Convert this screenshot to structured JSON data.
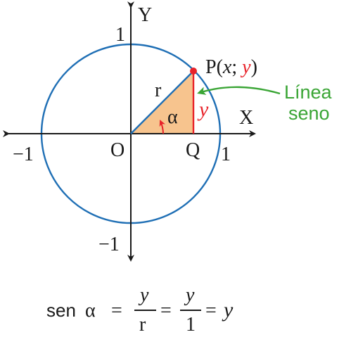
{
  "axes": {
    "x_label": "X",
    "y_label": "Y",
    "x_tick_pos": "1",
    "x_tick_neg": "−1",
    "y_tick_pos": "1",
    "y_tick_neg": "−1"
  },
  "points": {
    "origin": "O",
    "q": "Q",
    "p_prefix": "P(",
    "p_x": "x",
    "p_sep": "; ",
    "p_y": "y",
    "p_suffix": ")"
  },
  "labels": {
    "radius": "r",
    "angle": "α",
    "side_y": "y",
    "sine_line_1": "Línea",
    "sine_line_2": "seno"
  },
  "formula": {
    "sen": "sen",
    "alpha": "α",
    "eq1": "=",
    "num1": "y",
    "den1": "r",
    "eq2": "=",
    "num2": "y",
    "den2": "1",
    "eq3": "=",
    "result": "y"
  },
  "colors": {
    "circle": "#1f6fb5",
    "sine_line": "#e8232a",
    "triangle_fill": "#f7c48e",
    "callout": "#3aa535",
    "axes": "#1a1a1a"
  }
}
